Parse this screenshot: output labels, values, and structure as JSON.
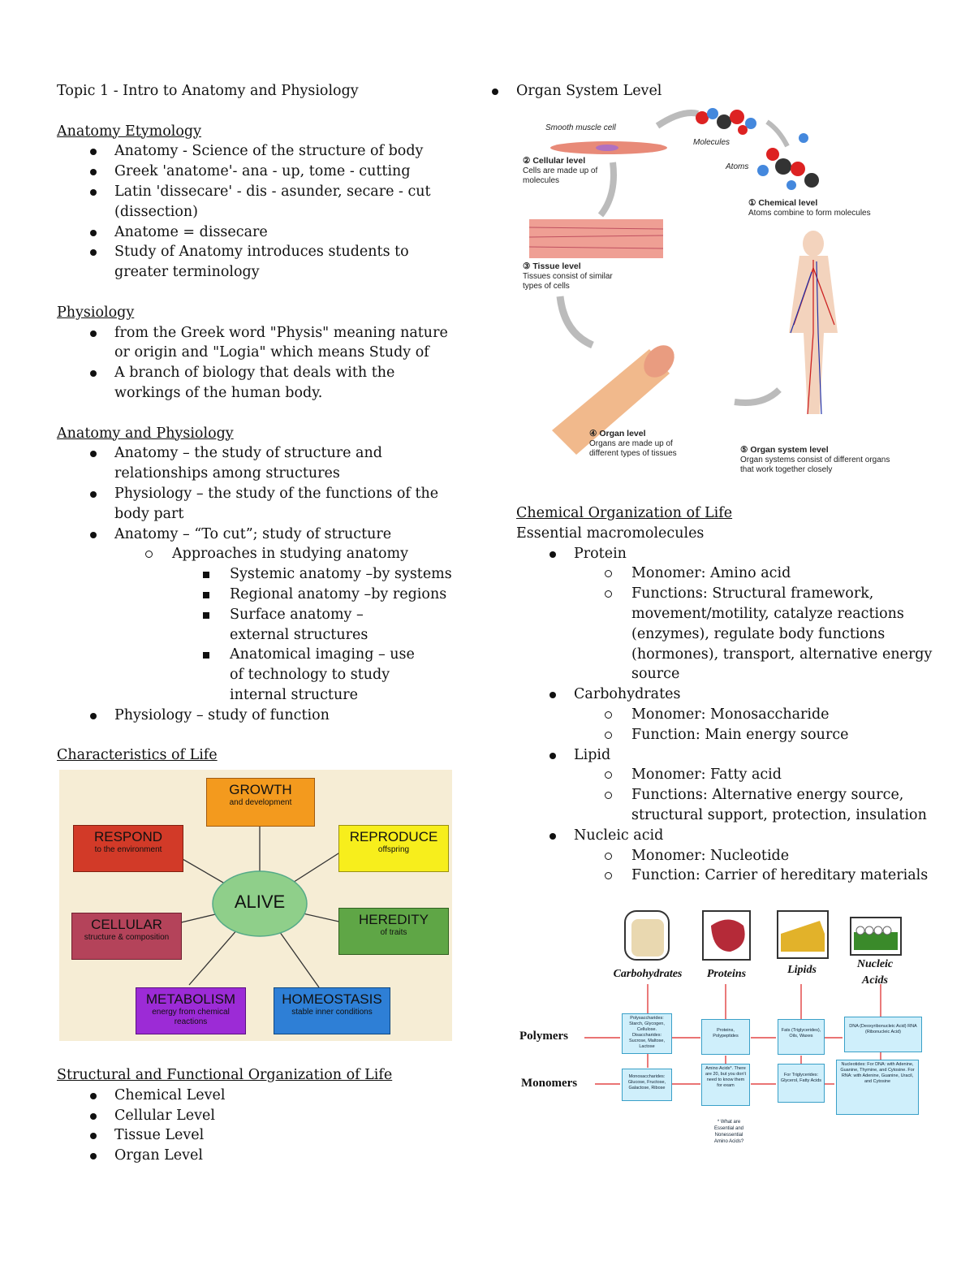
{
  "title": "Topic 1 - Intro to Anatomy and Physiology",
  "etymology": {
    "heading": "Anatomy Etymology",
    "items": [
      "Anatomy - Science of the structure of body",
      "Greek 'anatome'- ana - up, tome - cutting",
      "Latin 'dissecare' - dis - asunder, secare - cut (dissection)",
      "Anatome = dissecare",
      "Study of Anatomy introduces students to greater terminology"
    ]
  },
  "physiology": {
    "heading": "Physiology",
    "items": [
      "from the Greek word \"Physis\" meaning nature or origin and \"Logia\" which means Study of",
      "A branch of biology that deals with the workings of the human body."
    ]
  },
  "anaphys": {
    "heading": "Anatomy and Physiology",
    "items": [
      "Anatomy – the study of structure and relationships among structures",
      "Physiology – the study of the functions of the body part",
      "Anatomy – “To cut”; study of structure"
    ],
    "sub": "Approaches in studying anatomy",
    "approaches": [
      "Systemic anatomy –by systems",
      "Regional anatomy –by regions",
      "Surface anatomy – external structures",
      "Anatomical imaging – use of technology to study internal structure"
    ],
    "last": "Physiology – study of function"
  },
  "characteristics": {
    "heading": "Characteristics of Life",
    "center": "ALIVE",
    "boxes": [
      {
        "title": "GROWTH",
        "sub": "and development",
        "color": "#f39a1e"
      },
      {
        "title": "RESPOND",
        "sub": "to the environment",
        "color": "#d23a28"
      },
      {
        "title": "REPRODUCE",
        "sub": "offspring",
        "color": "#f7ee1c"
      },
      {
        "title": "CELLULAR",
        "sub": "structure & composition",
        "color": "#b4435a"
      },
      {
        "title": "HEREDITY",
        "sub": "of traits",
        "color": "#5fa646"
      },
      {
        "title": "METABOLISM",
        "sub": "energy from chemical reactions",
        "color": "#9c2bd6"
      },
      {
        "title": "HOMEOSTASIS",
        "sub": "stable inner conditions",
        "color": "#2e7fd6"
      }
    ],
    "center_color": "#8fcf8a"
  },
  "organization": {
    "heading": "Structural and Functional Organization of Life",
    "items": [
      "Chemical Level",
      "Cellular Level",
      "Tissue Level",
      "Organ Level"
    ]
  },
  "right_top": "Organ System Level",
  "levels_figure": {
    "smooth": "Smooth muscle cell",
    "molecules": "Molecules",
    "atoms": "Atoms",
    "cellular_t": "② Cellular level",
    "cellular_d": "Cells are made up of molecules",
    "chemical_t": "① Chemical level",
    "chemical_d": "Atoms combine to form molecules",
    "tissue_t": "③ Tissue level",
    "tissue_d": "Tissues consist of similar types of cells",
    "organ_t": "④ Organ level",
    "organ_d": "Organs are made up of different types of tissues",
    "system_t": "⑤ Organ system level",
    "system_d": "Organ systems consist of different organs that work together closely"
  },
  "chemical": {
    "heading": "Chemical Organization of Life",
    "intro": "Essential macromolecules",
    "molecules": [
      {
        "name": "Protein",
        "details": [
          "Monomer: Amino acid",
          "Functions: Structural framework, movement/motility, catalyze reactions (enzymes), regulate body functions (hormones), transport, alternative energy source"
        ]
      },
      {
        "name": "Carbohydrates",
        "details": [
          "Monomer: Monosaccharide",
          "Function: Main energy source"
        ]
      },
      {
        "name": "Lipid",
        "details": [
          "Monomer: Fatty acid",
          "Functions: Alternative energy source, structural support, protection, insulation"
        ]
      },
      {
        "name": "Nucleic acid",
        "details": [
          "Monomer: Nucleotide",
          "Function: Carrier of hereditary materials"
        ]
      }
    ]
  },
  "macro_figure": {
    "foods": [
      "Carbohydrates",
      "Proteins",
      "Lipids",
      "Nucleic Acids"
    ],
    "polymers": "Polymers",
    "monomers": "Monomers",
    "poly_boxes": [
      "Polysaccharides: Starch, Glycogen, Cellulose. Disaccharides: Sucrose, Maltose, Lactose",
      "Proteins, Polypeptides",
      "Fats (Triglycerides), Oils, Waxes",
      "DNA (Deoxyribonucleic Acid) RNA (Ribonucleic Acid)"
    ],
    "mono_boxes": [
      "Monosaccharides: Glucose, Fructose, Galactose, Ribose",
      "Amino Acids*. There are 20, but you don't need to know them for exam",
      "For Triglycerides: Glycerol, Fatty Acids",
      "Nucleotides: For DNA: with Adenine, Guanine, Thymine, and Cytosine. For RNA: with Adenine, Guanine, Uracil, and Cytosine"
    ],
    "footnote": "* What are Essential and Nonessential Amino Acids?"
  }
}
